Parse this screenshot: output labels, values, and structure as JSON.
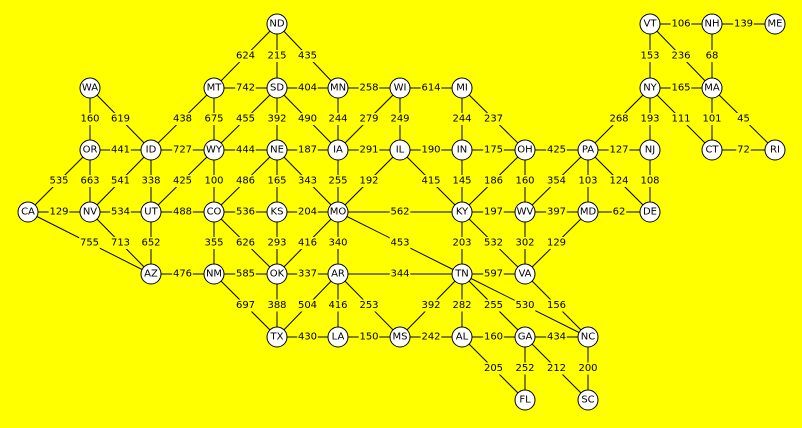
{
  "colors": {
    "background": "#ffff00",
    "node_fill": "#ffffff",
    "stroke": "#000000"
  },
  "nodes": [
    "ND",
    "WA",
    "MT",
    "SD",
    "MN",
    "WI",
    "MI",
    "VT",
    "NH",
    "ME",
    "NY",
    "MA",
    "OR",
    "ID",
    "WY",
    "NE",
    "IA",
    "IL",
    "IN",
    "OH",
    "PA",
    "NJ",
    "CT",
    "RI",
    "CA",
    "NV",
    "UT",
    "CO",
    "KS",
    "MO",
    "KY",
    "WV",
    "MD",
    "DE",
    "AZ",
    "NM",
    "OK",
    "AR",
    "TN",
    "VA",
    "TX",
    "LA",
    "MS",
    "AL",
    "GA",
    "NC",
    "FL",
    "SC"
  ],
  "edges": [
    [
      "ND",
      "MT",
      "624"
    ],
    [
      "ND",
      "SD",
      "215"
    ],
    [
      "ND",
      "MN",
      "435"
    ],
    [
      "WA",
      "ID",
      "619"
    ],
    [
      "WA",
      "OR",
      "160"
    ],
    [
      "MT",
      "SD",
      "742"
    ],
    [
      "MT",
      "ID",
      "438"
    ],
    [
      "MT",
      "WY",
      "675"
    ],
    [
      "SD",
      "MN",
      "404"
    ],
    [
      "SD",
      "WY",
      "455"
    ],
    [
      "SD",
      "NE",
      "392"
    ],
    [
      "SD",
      "IA",
      "490"
    ],
    [
      "MN",
      "WI",
      "258"
    ],
    [
      "MN",
      "IA",
      "244"
    ],
    [
      "WI",
      "MI",
      "614"
    ],
    [
      "WI",
      "IA",
      "279"
    ],
    [
      "WI",
      "IL",
      "249"
    ],
    [
      "MI",
      "IN",
      "244"
    ],
    [
      "MI",
      "OH",
      "237"
    ],
    [
      "VT",
      "NH",
      "106"
    ],
    [
      "VT",
      "NY",
      "153"
    ],
    [
      "VT",
      "MA",
      "236"
    ],
    [
      "NH",
      "ME",
      "139"
    ],
    [
      "NH",
      "MA",
      "68"
    ],
    [
      "NY",
      "MA",
      "165"
    ],
    [
      "NY",
      "PA",
      "268"
    ],
    [
      "NY",
      "NJ",
      "193"
    ],
    [
      "NY",
      "CT",
      "111"
    ],
    [
      "MA",
      "CT",
      "101"
    ],
    [
      "MA",
      "RI",
      "45"
    ],
    [
      "CT",
      "RI",
      "72"
    ],
    [
      "OR",
      "ID",
      "441"
    ],
    [
      "OR",
      "CA",
      "535"
    ],
    [
      "OR",
      "NV",
      "663"
    ],
    [
      "ID",
      "WY",
      "727"
    ],
    [
      "ID",
      "NV",
      "541"
    ],
    [
      "ID",
      "UT",
      "338"
    ],
    [
      "WY",
      "NE",
      "444"
    ],
    [
      "WY",
      "UT",
      "425"
    ],
    [
      "WY",
      "CO",
      "100"
    ],
    [
      "NE",
      "IA",
      "187"
    ],
    [
      "NE",
      "CO",
      "486"
    ],
    [
      "NE",
      "KS",
      "165"
    ],
    [
      "NE",
      "MO",
      "343"
    ],
    [
      "IA",
      "IL",
      "291"
    ],
    [
      "IA",
      "MO",
      "255"
    ],
    [
      "IL",
      "IN",
      "190"
    ],
    [
      "IL",
      "MO",
      "192"
    ],
    [
      "IL",
      "KY",
      "415"
    ],
    [
      "IN",
      "OH",
      "175"
    ],
    [
      "IN",
      "KY",
      "145"
    ],
    [
      "OH",
      "PA",
      "425"
    ],
    [
      "OH",
      "KY",
      "186"
    ],
    [
      "OH",
      "WV",
      "160"
    ],
    [
      "PA",
      "NJ",
      "127"
    ],
    [
      "PA",
      "WV",
      "354"
    ],
    [
      "PA",
      "MD",
      "103"
    ],
    [
      "PA",
      "DE",
      "124"
    ],
    [
      "NJ",
      "DE",
      "108"
    ],
    [
      "CA",
      "NV",
      "129"
    ],
    [
      "CA",
      "AZ",
      "755"
    ],
    [
      "NV",
      "UT",
      "534"
    ],
    [
      "NV",
      "AZ",
      "713"
    ],
    [
      "UT",
      "CO",
      "488"
    ],
    [
      "UT",
      "AZ",
      "652"
    ],
    [
      "CO",
      "KS",
      "536"
    ],
    [
      "CO",
      "NM",
      "355"
    ],
    [
      "CO",
      "OK",
      "626"
    ],
    [
      "KS",
      "MO",
      "204"
    ],
    [
      "KS",
      "OK",
      "293"
    ],
    [
      "MO",
      "KY",
      "562"
    ],
    [
      "MO",
      "OK",
      "416"
    ],
    [
      "MO",
      "AR",
      "340"
    ],
    [
      "MO",
      "TN",
      "453"
    ],
    [
      "KY",
      "WV",
      "197"
    ],
    [
      "KY",
      "TN",
      "203"
    ],
    [
      "KY",
      "VA",
      "532"
    ],
    [
      "WV",
      "MD",
      "397"
    ],
    [
      "WV",
      "VA",
      "302"
    ],
    [
      "MD",
      "DE",
      "62"
    ],
    [
      "MD",
      "VA",
      "129"
    ],
    [
      "AZ",
      "NM",
      "476"
    ],
    [
      "NM",
      "OK",
      "585"
    ],
    [
      "NM",
      "TX",
      "697"
    ],
    [
      "OK",
      "AR",
      "337"
    ],
    [
      "OK",
      "TX",
      "388"
    ],
    [
      "AR",
      "TN",
      "344"
    ],
    [
      "AR",
      "TX",
      "504"
    ],
    [
      "AR",
      "LA",
      "416"
    ],
    [
      "AR",
      "MS",
      "253"
    ],
    [
      "TN",
      "VA",
      "597"
    ],
    [
      "TN",
      "MS",
      "392"
    ],
    [
      "TN",
      "AL",
      "282"
    ],
    [
      "TN",
      "GA",
      "255"
    ],
    [
      "TN",
      "NC",
      "530"
    ],
    [
      "VA",
      "NC",
      "156"
    ],
    [
      "TX",
      "LA",
      "430"
    ],
    [
      "LA",
      "MS",
      "150"
    ],
    [
      "MS",
      "AL",
      "242"
    ],
    [
      "AL",
      "GA",
      "160"
    ],
    [
      "AL",
      "FL",
      "205"
    ],
    [
      "GA",
      "NC",
      "434"
    ],
    [
      "GA",
      "FL",
      "252"
    ],
    [
      "GA",
      "SC",
      "212"
    ],
    [
      "NC",
      "SC",
      "200"
    ]
  ]
}
